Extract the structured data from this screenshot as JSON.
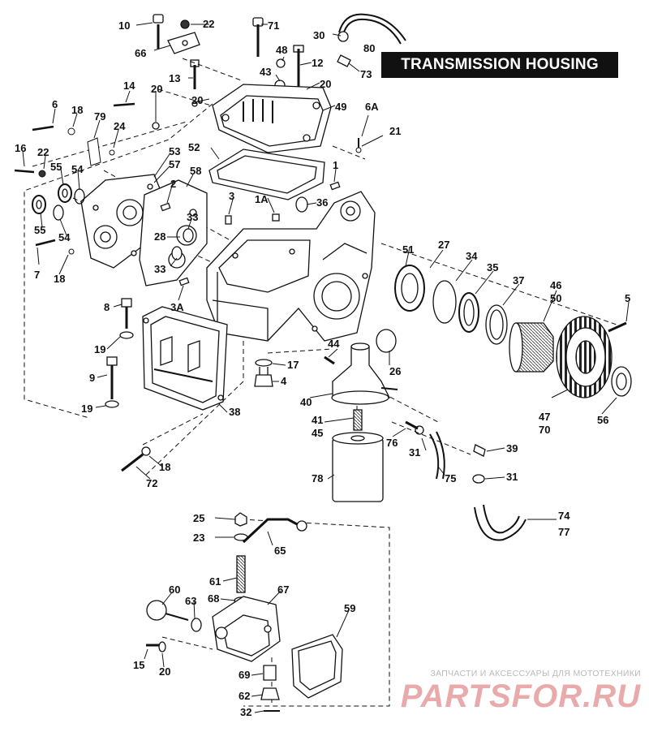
{
  "title": "TRANSMISSION HOUSING",
  "watermark": {
    "line1": "ЗАПЧАСТИ И АКСЕССУАРЫ ДЛЯ МОТОТЕХНИКИ",
    "line2": "PARTSFOR.RU"
  },
  "labels": {
    "l10": "10",
    "l22a": "22",
    "l66": "66",
    "l71": "71",
    "l30": "30",
    "l80": "80",
    "l48": "48",
    "l12": "12",
    "l73": "73",
    "l13": "13",
    "l43": "43",
    "l20a": "20",
    "l20b": "20",
    "l14": "14",
    "l20c": "20",
    "l49": "49",
    "l6": "6",
    "l18a": "18",
    "l79": "79",
    "l24": "24",
    "l6A": "6A",
    "l21": "21",
    "l52": "52",
    "l16": "16",
    "l22b": "22",
    "l55a": "55",
    "l54a": "54",
    "l53": "53",
    "l57": "57",
    "l58": "58",
    "l2": "2",
    "l3": "3",
    "l1A": "1A",
    "l36": "36",
    "l1": "1",
    "l33a": "33",
    "l28": "28",
    "l55b": "55",
    "l54b": "54",
    "l7": "7",
    "l18b": "18",
    "l33b": "33",
    "l3A": "3A",
    "l51": "51",
    "l27": "27",
    "l34": "34",
    "l35": "35",
    "l37": "37",
    "l46": "46",
    "l50": "50",
    "l5": "5",
    "l8": "8",
    "l19a": "19",
    "l9": "9",
    "l19b": "19",
    "l38": "38",
    "l17": "17",
    "l4": "4",
    "l44": "44",
    "l26": "26",
    "l40": "40",
    "l47": "47",
    "l70": "70",
    "l56": "56",
    "l41": "41",
    "l45": "45",
    "l76": "76",
    "l31a": "31",
    "l39": "39",
    "l75": "75",
    "l31b": "31",
    "l78": "78",
    "l18c": "18",
    "l72": "72",
    "l74": "74",
    "l77": "77",
    "l25": "25",
    "l23": "23",
    "l65": "65",
    "l61": "61",
    "l60": "60",
    "l63": "63",
    "l68": "68",
    "l67": "67",
    "l59": "59",
    "l15": "15",
    "l20d": "20",
    "l69": "69",
    "l62": "62",
    "l32": "32"
  }
}
